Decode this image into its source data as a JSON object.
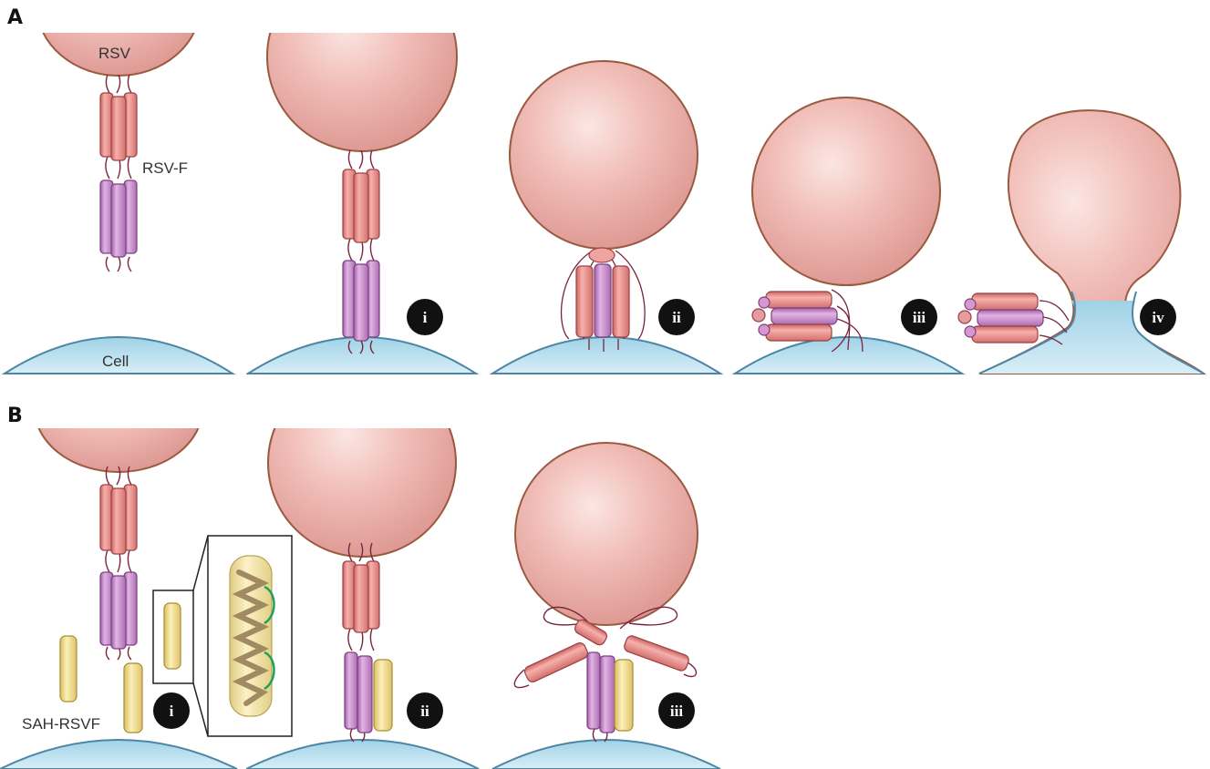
{
  "panels": {
    "a": {
      "letter": "A"
    },
    "b": {
      "letter": "B"
    }
  },
  "labels": {
    "rsv": "RSV",
    "rsv_f": "RSV-F",
    "cell": "Cell",
    "sah_rsvf": "SAH-RSVF"
  },
  "steps": {
    "a": [
      "i",
      "ii",
      "iii",
      "iv"
    ],
    "b": [
      "i",
      "ii",
      "iii"
    ]
  },
  "colors": {
    "virus": "#eeb3ad",
    "virus_edge": "#9a5a40",
    "cell": "#a9d8ea",
    "cell_edge": "#4d86a5",
    "helix_red": "#e98987",
    "helix_purple": "#c58ac7",
    "peptide_yellow": "#f2df96",
    "tether": "#7a2440",
    "badge": "#111111",
    "staple": "#22a05a"
  }
}
